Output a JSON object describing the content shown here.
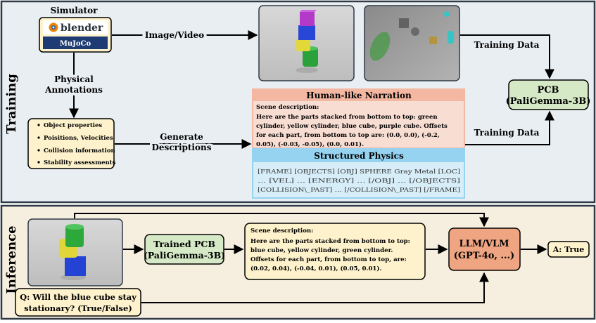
{
  "colors": {
    "training_bg": "#e9eef2",
    "inference_bg": "#f6efdf",
    "panel_border": "#2f3a46",
    "cream_box": "#fdf2cc",
    "green_box": "#d6e9c6",
    "narration_header": "#f4b7a2",
    "narration_body": "#f8ddd3",
    "physics_header": "#96d3f1",
    "physics_body": "#d7eef9",
    "llm_box": "#f0a582"
  },
  "training": {
    "section_label": "Training",
    "simulator_title": "Simulator",
    "blender_label": "blender",
    "mujoco_label": "MuJoCo",
    "image_video_label": "Image/Video",
    "physical_annotations": [
      "Physical",
      "Annotations"
    ],
    "annotations": [
      "Object properties",
      "Poisitions, Velocities",
      "Collision information",
      "Stability assessments"
    ],
    "generate_descriptions": [
      "Generate",
      "Descriptions"
    ],
    "training_data_label_top": "Training Data",
    "training_data_label_bottom": "Training Data",
    "pcb_box": [
      "PCB",
      "(PaliGemma-3B)"
    ],
    "narration_title": "Human-like Narration",
    "narration_lines": [
      "Scene description:",
      "Here are the parts stacked from bottom to top: green",
      "cylinder, yellow cylinder, blue cube, purple cube. Offsets",
      "for each part, from bottom to top are: (0.0, 0.0), (-0.2,",
      "0.05), (-0.03, -0.05), (0.0, 0.01)."
    ],
    "physics_title": "Structured Physics",
    "physics_lines": [
      "[FRAME] [OBJECTS] [OBJ] SPHERE Gray Metal [LOC]",
      "…   [VEL]  …  [ENERGY]  …  [/OBJ]  …  [/OBJECTS]",
      "[COLLISION\\_PAST] … [/COLLISION\\_PAST] [/FRAME]"
    ]
  },
  "inference": {
    "section_label": "Inference",
    "trained_pcb": [
      "Trained PCB",
      "(PaliGemma-3B)"
    ],
    "scene_lines": [
      "Scene description:",
      "Here are the parts stacked from bottom to top:",
      "blue cube, yellow cylinder, green cylinder.",
      "Offsets for each part, from bottom to top, are:",
      "(0.02, 0.04), (-0.04, 0.01), (0.05, 0.01)."
    ],
    "llm_box": [
      "LLM/VLM",
      "(GPT-4o, ...)"
    ],
    "answer": "A: True",
    "question": [
      "Q: Will the blue cube stay",
      "stationary? (True/False)"
    ]
  }
}
